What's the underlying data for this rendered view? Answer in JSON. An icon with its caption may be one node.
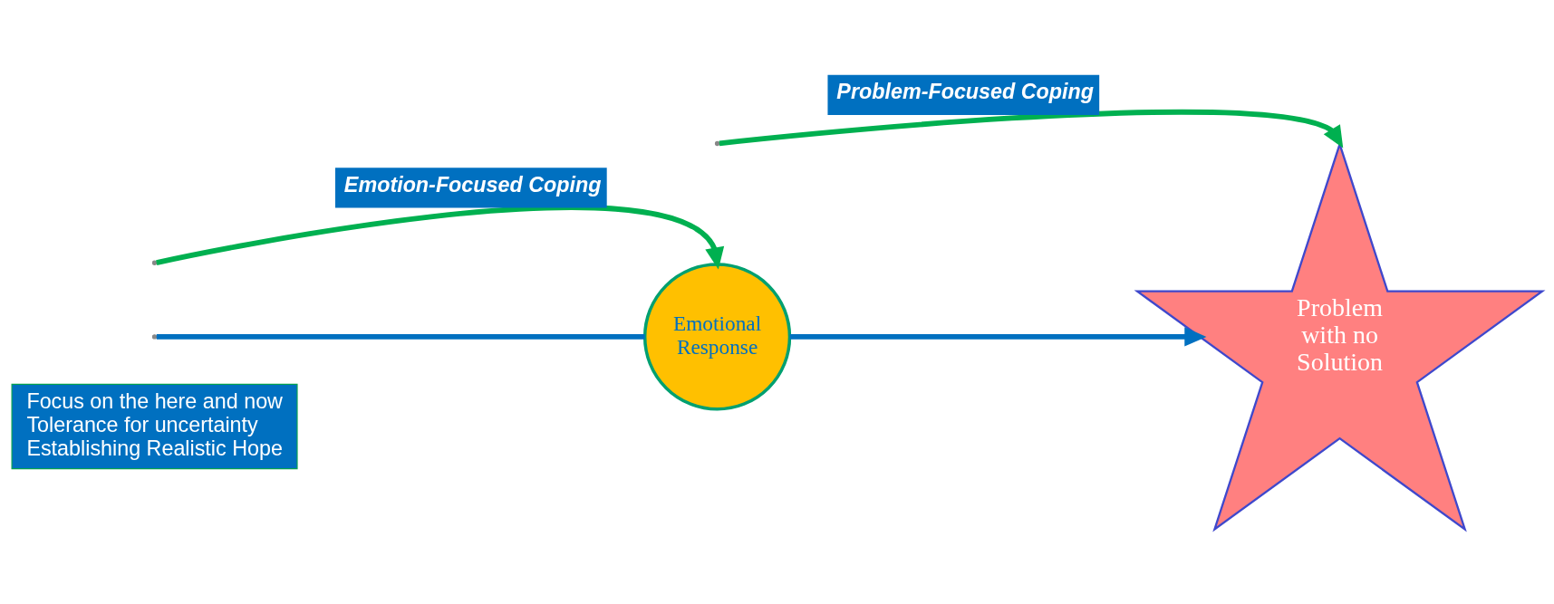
{
  "diagram": {
    "nodes": [
      {
        "text": [
          "Focus on the here and now",
          "Tolerance for uncertainty",
          "Establishing Realistic Hope"
        ]
      },
      {
        "text": [
          "Emotional Response"
        ]
      },
      {
        "text": [
          "Problem with no Solution"
        ]
      }
    ],
    "edges": [
      {
        "from": null,
        "to": 2,
        "arrow": "to",
        "label": "Problem-Focused Coping",
        "color": "#00b050"
      },
      {
        "from": null,
        "to": 1,
        "arrow": "to",
        "label": "Emotion-Focused Coping",
        "color": "#00b050"
      },
      {
        "from": null,
        "to": 1,
        "arrow": "none",
        "color": "#0070c0"
      },
      {
        "from": 1,
        "to": 2,
        "arrow": "to",
        "color": "#0070c0"
      }
    ]
  }
}
